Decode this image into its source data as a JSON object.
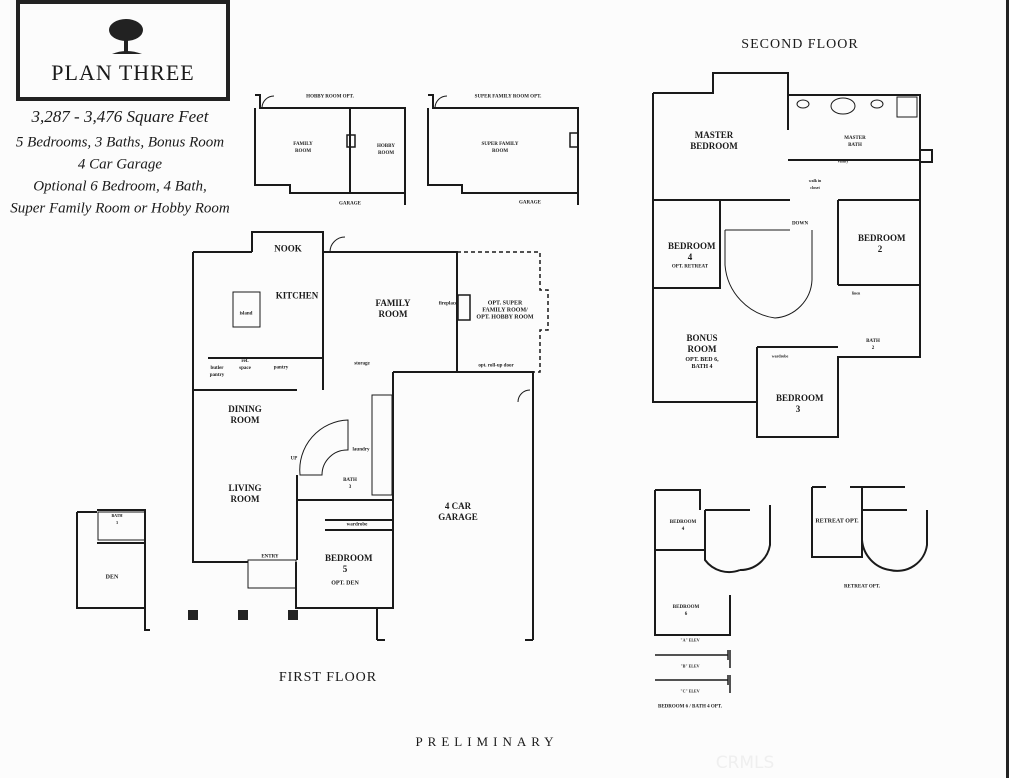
{
  "header": {
    "plan_title": "PLAN THREE",
    "square_feet": "3,287 - 3,476 Square Feet",
    "features": [
      "5 Bedrooms, 3 Baths, Bonus Room",
      "4 Car Garage",
      "Optional 6 Bedroom, 4 Bath,",
      "Super Family Room or Hobby Room"
    ]
  },
  "options_top": {
    "hobby": {
      "title": "HOBBY ROOM OPT.",
      "rooms": [
        "FAMILY ROOM",
        "HOBBY ROOM",
        "GARAGE"
      ]
    },
    "super_family": {
      "title": "SUPER FAMILY ROOM OPT.",
      "rooms": [
        "SUPER FAMILY ROOM",
        "GARAGE"
      ]
    }
  },
  "first_floor": {
    "title": "FIRST FLOOR",
    "rooms": {
      "nook": "NOOK",
      "kitchen": "KITCHEN",
      "island": "island",
      "family": "FAMILY ROOM",
      "fireplace": "fireplace",
      "opt_super": "OPT. SUPER FAMILY ROOM/ OPT. HOBBY ROOM",
      "rollup": "opt. roll-up door",
      "butler": "butler pantry",
      "ref": "ref. space",
      "pantry": "pantry",
      "storage": "storage",
      "dining": "DINING ROOM",
      "living": "LIVING ROOM",
      "up": "UP",
      "laundry": "laundry",
      "bath3": "BATH 3",
      "wardrobe": "wardrobe",
      "garage": "4 CAR GARAGE",
      "entry": "ENTRY",
      "bedroom5": "BEDROOM 5",
      "opt_den": "OPT. DEN",
      "den": "DEN",
      "den_bath": "BATH 3"
    }
  },
  "second_floor": {
    "title": "SECOND FLOOR",
    "rooms": {
      "master": "MASTER BEDROOM",
      "master_bath": "MASTER BATH",
      "vanity": "vanity",
      "walkin": "walk in closet",
      "bedroom4": "BEDROOM 4",
      "opt_retreat": "OPT. RETREAT",
      "down": "DOWN",
      "bedroom2": "BEDROOM 2",
      "linen": "linen",
      "bonus": "BONUS ROOM",
      "opt_bed6": "OPT. BED 6, BATH 4",
      "bath2": "BATH 2",
      "bedroom3": "BEDROOM 3",
      "wardrobe": "wardrobe"
    }
  },
  "options_bottom": {
    "bed6": {
      "bedroom4": "BEDROOM 4",
      "bedroom6": "BEDROOM 6",
      "a": "\"A\" ELEV",
      "b": "\"B\" ELEV",
      "c": "\"C\" ELEV",
      "title": "BEDROOM 6 / BATH 4 OPT."
    },
    "retreat": {
      "label": "RETREAT OPT.",
      "title": "RETREAT OPT."
    }
  },
  "footer": {
    "preliminary": "PRELIMINARY",
    "watermark": "CRMLS"
  }
}
